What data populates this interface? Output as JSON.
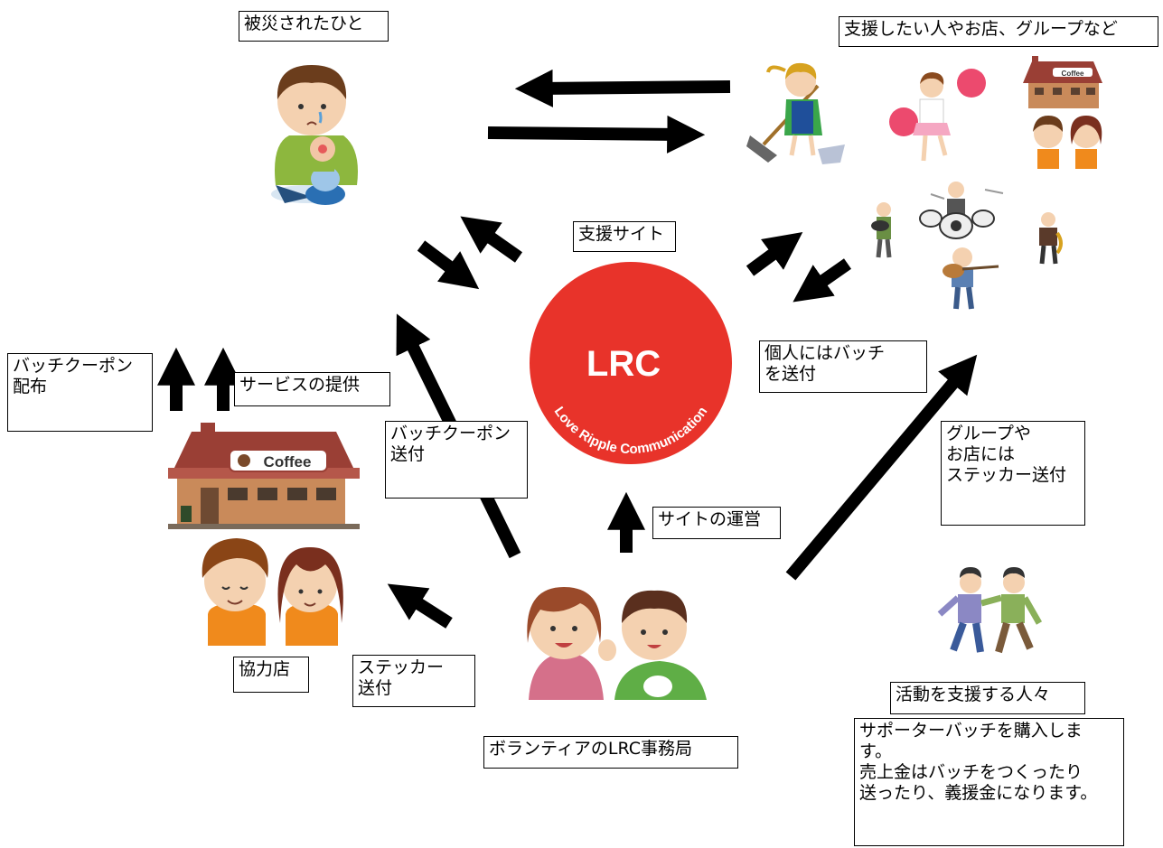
{
  "labels": {
    "victim": "被災されたひと",
    "supporters": "支援したい人やお店、グループなど",
    "support_site": "支援サイト",
    "badge_coupon_distribution": "バッチクーポン\n配布",
    "service": "サービスの提供",
    "badge_coupon_send": "バッチクーポン\n送付",
    "individual_badge": "個人にはバッチ\nを送付",
    "group_sticker": "グループや\nお店には\nステッカー送付",
    "site_operation": "サイトの運営",
    "cooperating_store": "協力店",
    "sticker_send": "ステッカー\n送付",
    "office": "ボランティアのLRC事務局",
    "activity_supporters": "活動を支援する人々",
    "purchase_note": "サポーターバッチを購入しま\nす。\n売上金はバッチをつくったり\n送ったり、義援金になります。"
  },
  "logo": {
    "title": "LRC",
    "tagline": "Love Ripple Communication",
    "color": "#e8332a"
  },
  "store_sign": "Coffee",
  "colors": {
    "arrow": "#000000",
    "store_roof": "#9a3f35",
    "store_wall": "#c98a5a",
    "apron": "#f08a1c"
  }
}
